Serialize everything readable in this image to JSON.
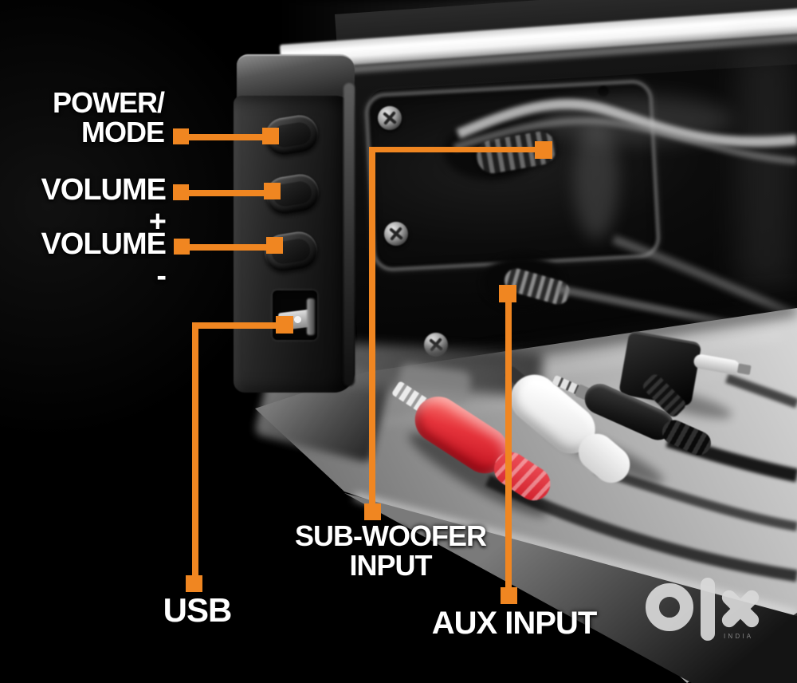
{
  "callouts": {
    "power_mode": {
      "line1": "POWER/",
      "line2": "MODE"
    },
    "volume_plus": {
      "label": "VOLUME +"
    },
    "volume_minus": {
      "label": "VOLUME -"
    },
    "usb": {
      "label": "USB"
    },
    "subwoofer": {
      "line1": "SUB-WOOFER",
      "line2": "INPUT"
    },
    "aux": {
      "label": "AUX INPUT"
    }
  },
  "watermark": {
    "brand_o": "O",
    "brand_l": "l",
    "brand_x": "x",
    "country": "INDIA"
  },
  "colors": {
    "accent": "#F08621",
    "label_text": "#FFFFFF",
    "rca_red": "#E5333B",
    "watermark_gray": "#D9D9D9",
    "india_text": "#909090",
    "background": "#000000"
  }
}
